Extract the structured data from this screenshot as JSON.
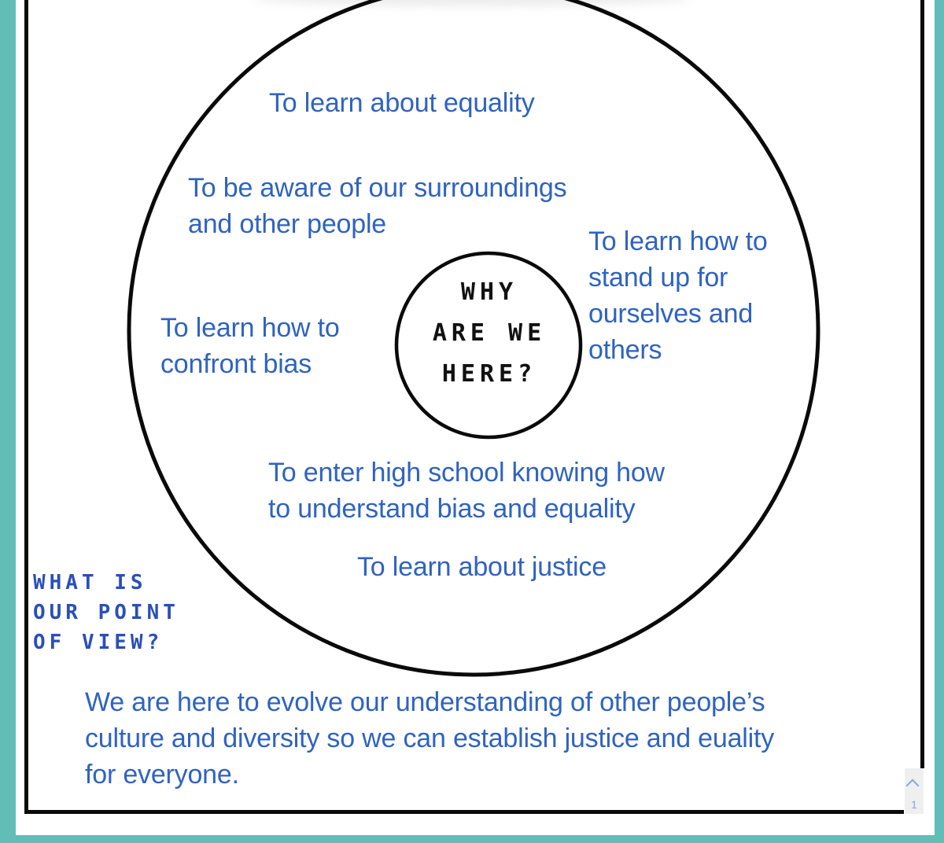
{
  "diagram": {
    "center_question": [
      "WHY",
      "ARE WE",
      "HERE?"
    ],
    "reasons": [
      {
        "id": "equality",
        "text": "To learn about equality"
      },
      {
        "id": "aware",
        "text": "To be aware of our surroundings\nand other people"
      },
      {
        "id": "stand-up",
        "text": "To learn how to\nstand up for\nourselves and\nothers"
      },
      {
        "id": "confront-bias",
        "text": "To learn how to\nconfront bias"
      },
      {
        "id": "high-school",
        "text": "To enter high school knowing how\nto understand bias and equality"
      },
      {
        "id": "justice",
        "text": "To learn about justice"
      }
    ]
  },
  "point_of_view": {
    "question": "WHAT IS\nOUR POINT\nOF VIEW?",
    "statement": "We are here to evolve our understanding of other people’s\nculture and diversity so we can establish justice and euality\nfor everyone."
  },
  "pager": {
    "up_icon": "chevron-up-icon",
    "page_number": "1"
  },
  "colors": {
    "background_teal": "#63bdb7",
    "text_blue": "#2f63c0",
    "handwriting_blue": "#2a4fb8",
    "line_black": "#0a0a0a"
  }
}
